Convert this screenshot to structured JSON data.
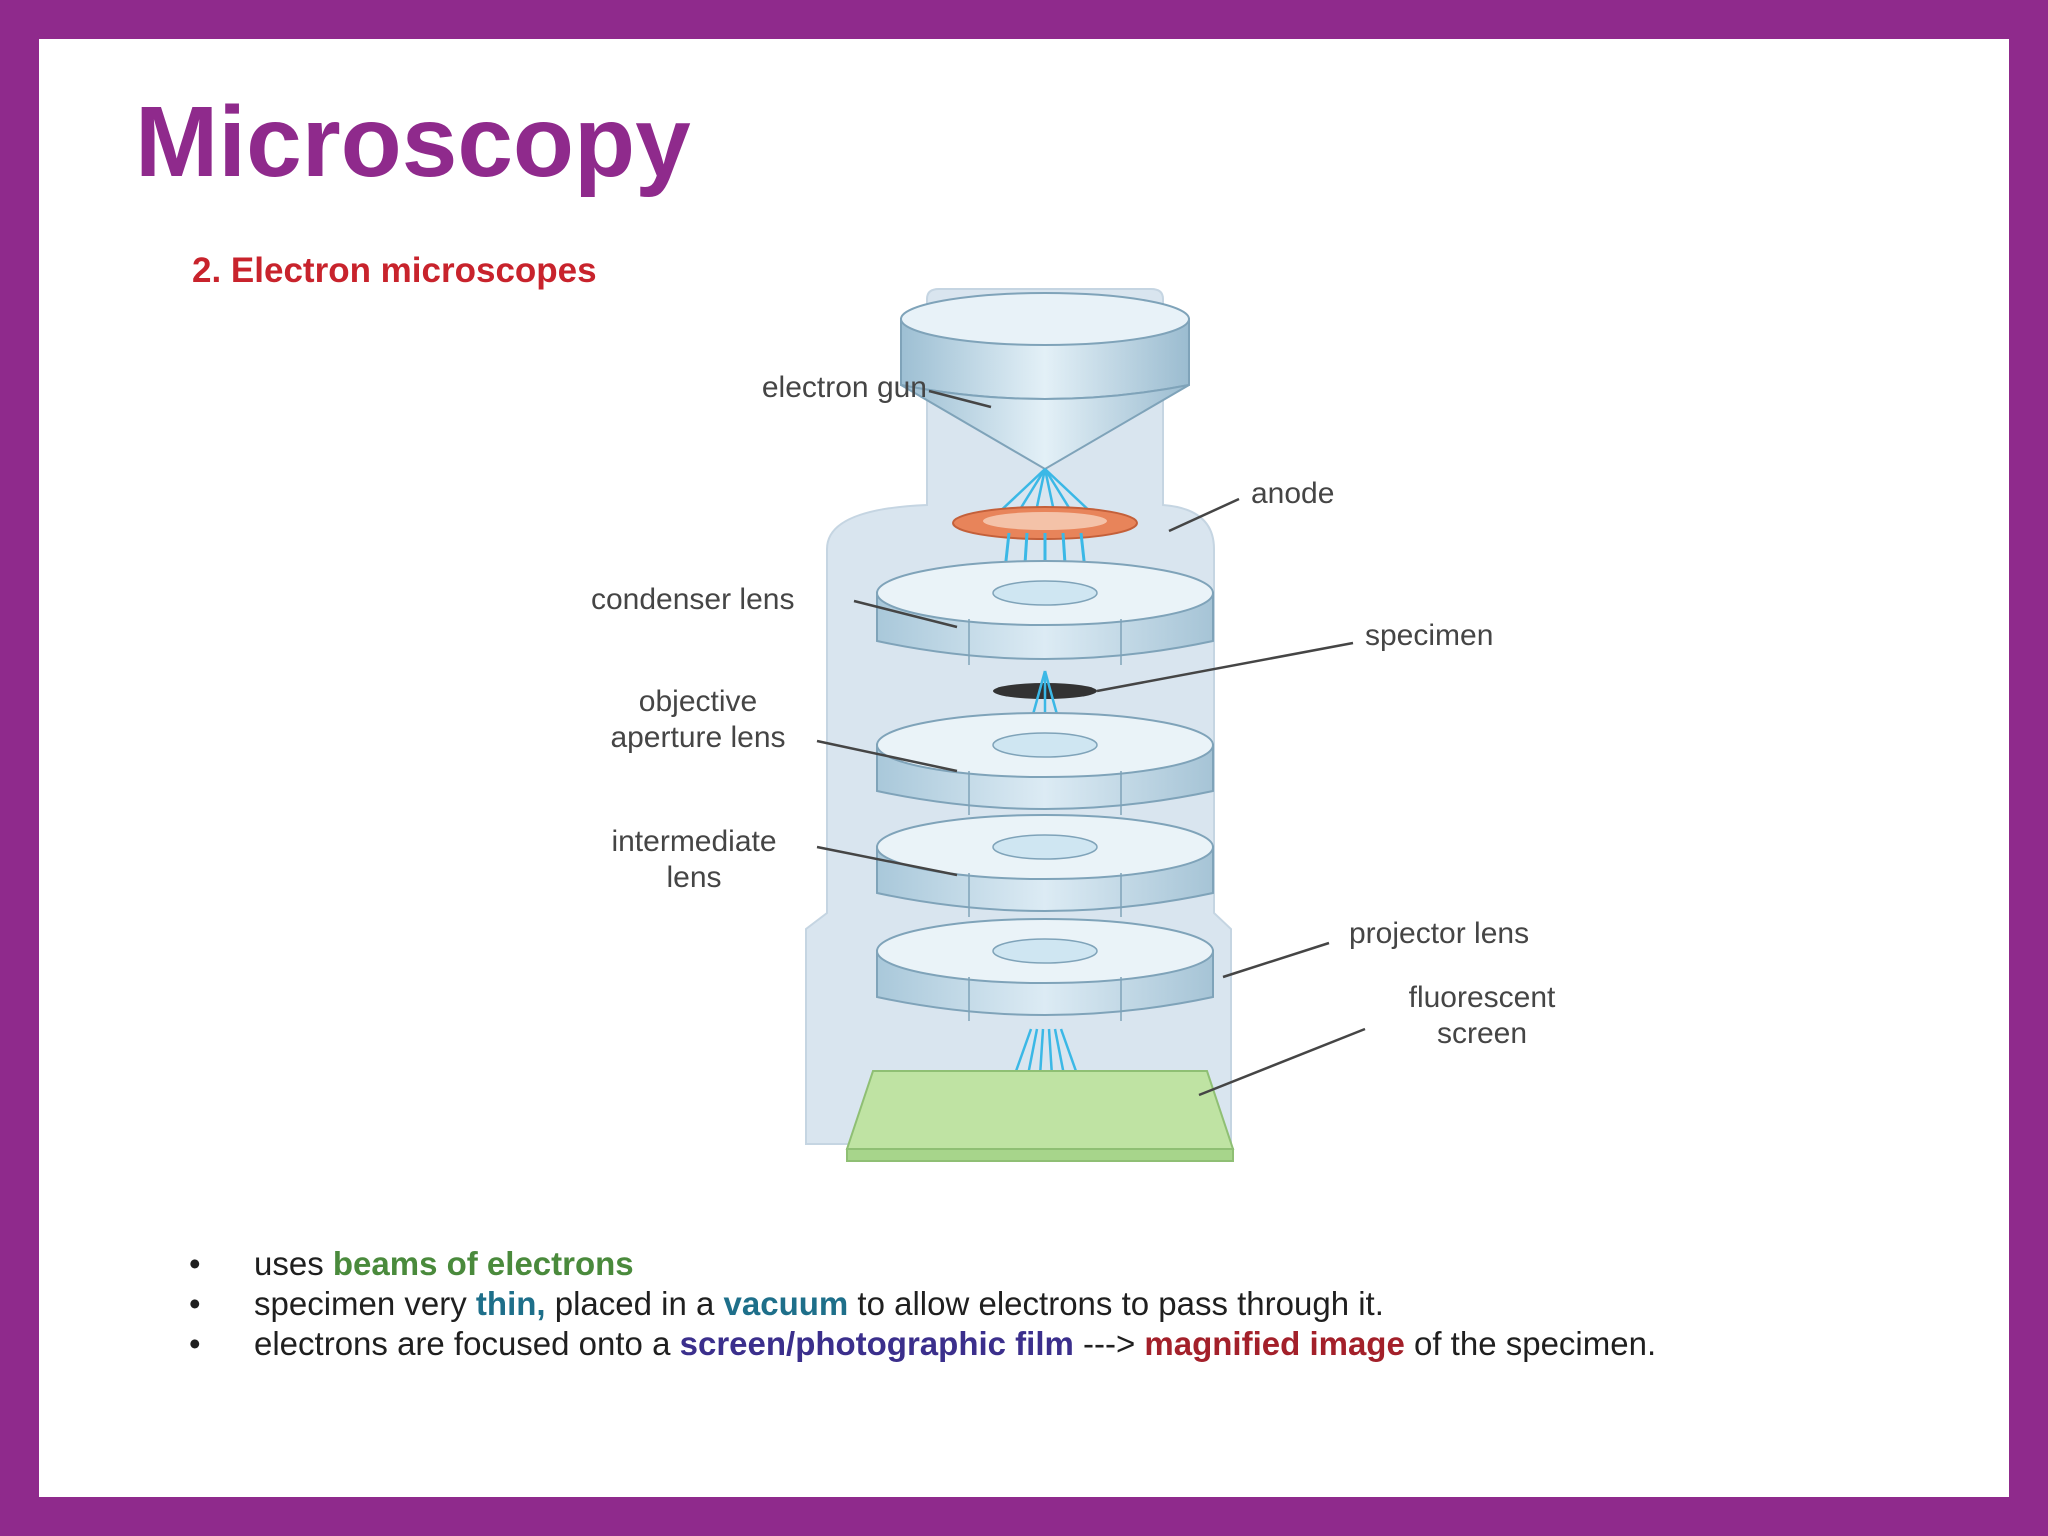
{
  "title": "Microscopy",
  "subtitle": "2. Electron microscopes",
  "colors": {
    "frame": "#8f2a8c",
    "title": "#8f2a8c",
    "subtitle": "#c8232c",
    "green": "#4a8a3c",
    "teal": "#1e6f8a",
    "indigo": "#3b2f8c",
    "crimson": "#a3202a",
    "column": "#d7e3ee",
    "lens": "#b9d3e2",
    "anode": "#e8845a",
    "beam": "#3bb8e6",
    "screen": "#bfe3a3"
  },
  "diagram": {
    "labels": {
      "electron_gun": "electron gun",
      "anode": "anode",
      "condenser_lens": "condenser lens",
      "specimen": "specimen",
      "objective_line1": "objective",
      "objective_line2": "aperture lens",
      "intermediate_line1": "intermediate",
      "intermediate_line2": "lens",
      "projector_lens": "projector lens",
      "fluorescent_line1": "fluorescent",
      "fluorescent_line2": "screen"
    }
  },
  "bullets": [
    {
      "marker": "•",
      "parts": [
        {
          "text": "uses ",
          "style": "normal"
        },
        {
          "text": "beams of electrons",
          "style": "green"
        }
      ]
    },
    {
      "marker": "•",
      "parts": [
        {
          "text": "specimen very ",
          "style": "normal"
        },
        {
          "text": "thin,",
          "style": "teal"
        },
        {
          "text": " placed in a ",
          "style": "normal"
        },
        {
          "text": "vacuum",
          "style": "teal"
        },
        {
          "text": " to allow electrons to pass through it.",
          "style": "normal"
        }
      ]
    },
    {
      "marker": "•",
      "parts": [
        {
          "text": "electrons are focused onto a ",
          "style": "normal"
        },
        {
          "text": "screen/photographic film",
          "style": "indigo"
        },
        {
          "text": " ---> ",
          "style": "normal"
        },
        {
          "text": "magnified image",
          "style": "crimson"
        },
        {
          "text": " of the specimen.",
          "style": "normal"
        }
      ]
    }
  ]
}
